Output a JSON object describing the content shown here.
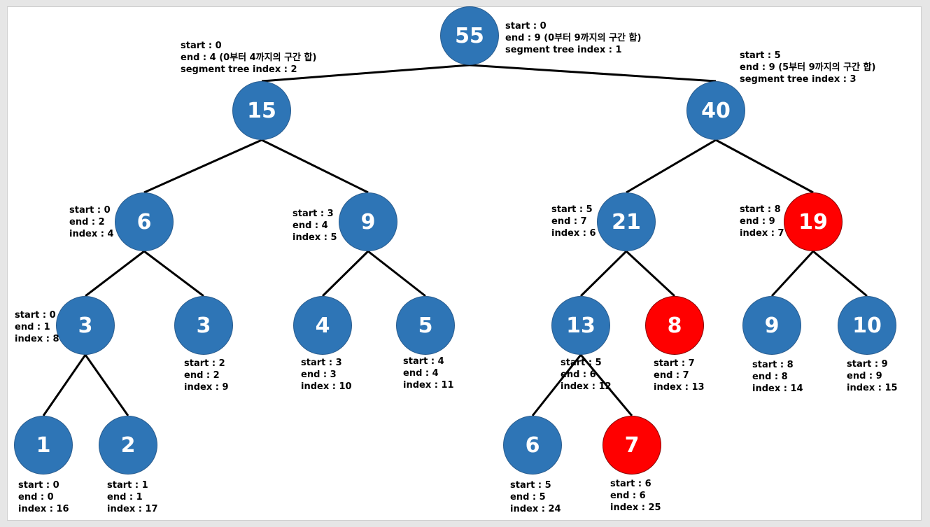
{
  "colors": {
    "node": "#2e75b6",
    "highlight": "#ff0000",
    "edge": "#000000",
    "text": "#ffffff"
  },
  "nodes": [
    {
      "id": "n1",
      "value": "55",
      "highlight": false,
      "label": [
        "start : 0",
        "end : 9 (0부터 9까지의 구간 합)",
        "segment tree index : 1"
      ]
    },
    {
      "id": "n2",
      "value": "15",
      "highlight": false,
      "label": [
        "start : 0",
        "end : 4 (0부터 4까지의 구간 합)",
        "segment tree index : 2"
      ]
    },
    {
      "id": "n3",
      "value": "40",
      "highlight": false,
      "label": [
        "start : 5",
        "end : 9 (5부터 9까지의 구간 합)",
        "segment tree index : 3"
      ]
    },
    {
      "id": "n4",
      "value": "6",
      "highlight": false,
      "label": [
        "start : 0",
        "end : 2",
        "index : 4"
      ]
    },
    {
      "id": "n5",
      "value": "9",
      "highlight": false,
      "label": [
        "start : 3",
        "end : 4",
        "index : 5"
      ]
    },
    {
      "id": "n6",
      "value": "21",
      "highlight": false,
      "label": [
        "start : 5",
        "end : 7",
        "index : 6"
      ]
    },
    {
      "id": "n7",
      "value": "19",
      "highlight": true,
      "label": [
        "start : 8",
        "end : 9",
        "index : 7"
      ]
    },
    {
      "id": "n8",
      "value": "3",
      "highlight": false,
      "label": [
        "start : 0",
        "end : 1",
        "index : 8"
      ]
    },
    {
      "id": "n9",
      "value": "3",
      "highlight": false,
      "label": [
        "start : 2",
        "end : 2",
        "index : 9"
      ]
    },
    {
      "id": "n10",
      "value": "4",
      "highlight": false,
      "label": [
        "start : 3",
        "end : 3",
        "index : 10"
      ]
    },
    {
      "id": "n11",
      "value": "5",
      "highlight": false,
      "label": [
        "start : 4",
        "end : 4",
        "index : 11"
      ]
    },
    {
      "id": "n12",
      "value": "13",
      "highlight": false,
      "label": [
        "start : 5",
        "end : 6",
        "index : 12"
      ]
    },
    {
      "id": "n13",
      "value": "8",
      "highlight": true,
      "label": [
        "start : 7",
        "end : 7",
        "index : 13"
      ]
    },
    {
      "id": "n14",
      "value": "9",
      "highlight": false,
      "label": [
        "start : 8",
        "end : 8",
        "index : 14"
      ]
    },
    {
      "id": "n15",
      "value": "10",
      "highlight": false,
      "label": [
        "start : 9",
        "end : 9",
        "index : 15"
      ]
    },
    {
      "id": "n16",
      "value": "1",
      "highlight": false,
      "label": [
        "start : 0",
        "end : 0",
        "index : 16"
      ]
    },
    {
      "id": "n17",
      "value": "2",
      "highlight": false,
      "label": [
        "start : 1",
        "end : 1",
        "index : 17"
      ]
    },
    {
      "id": "n24",
      "value": "6",
      "highlight": false,
      "label": [
        "start : 5",
        "end : 5",
        "index : 24"
      ]
    },
    {
      "id": "n25",
      "value": "7",
      "highlight": true,
      "label": [
        "start : 6",
        "end : 6",
        "index : 25"
      ]
    }
  ],
  "edges": [
    [
      "n1",
      "n2"
    ],
    [
      "n1",
      "n3"
    ],
    [
      "n2",
      "n4"
    ],
    [
      "n2",
      "n5"
    ],
    [
      "n3",
      "n6"
    ],
    [
      "n3",
      "n7"
    ],
    [
      "n4",
      "n8"
    ],
    [
      "n4",
      "n9"
    ],
    [
      "n5",
      "n10"
    ],
    [
      "n5",
      "n11"
    ],
    [
      "n6",
      "n12"
    ],
    [
      "n6",
      "n13"
    ],
    [
      "n7",
      "n14"
    ],
    [
      "n7",
      "n15"
    ],
    [
      "n8",
      "n16"
    ],
    [
      "n8",
      "n17"
    ],
    [
      "n12",
      "n24"
    ],
    [
      "n12",
      "n25"
    ]
  ]
}
